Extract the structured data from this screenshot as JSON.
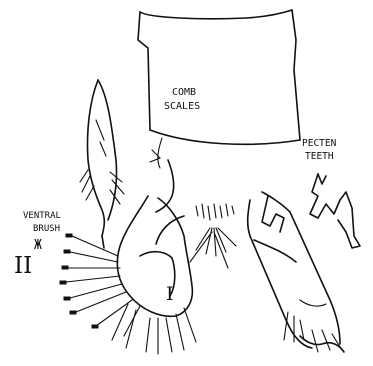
{
  "labels": {
    "comb_scales": [
      "COMB",
      "SCALES"
    ],
    "pecten_teeth": [
      "PECTEN",
      "TEETH"
    ],
    "ventral_brush": [
      "VENTRAL",
      "BRUSH"
    ],
    "ventral_brush_mark": "Ж",
    "segment_ix": "II",
    "segment_x": "I"
  }
}
